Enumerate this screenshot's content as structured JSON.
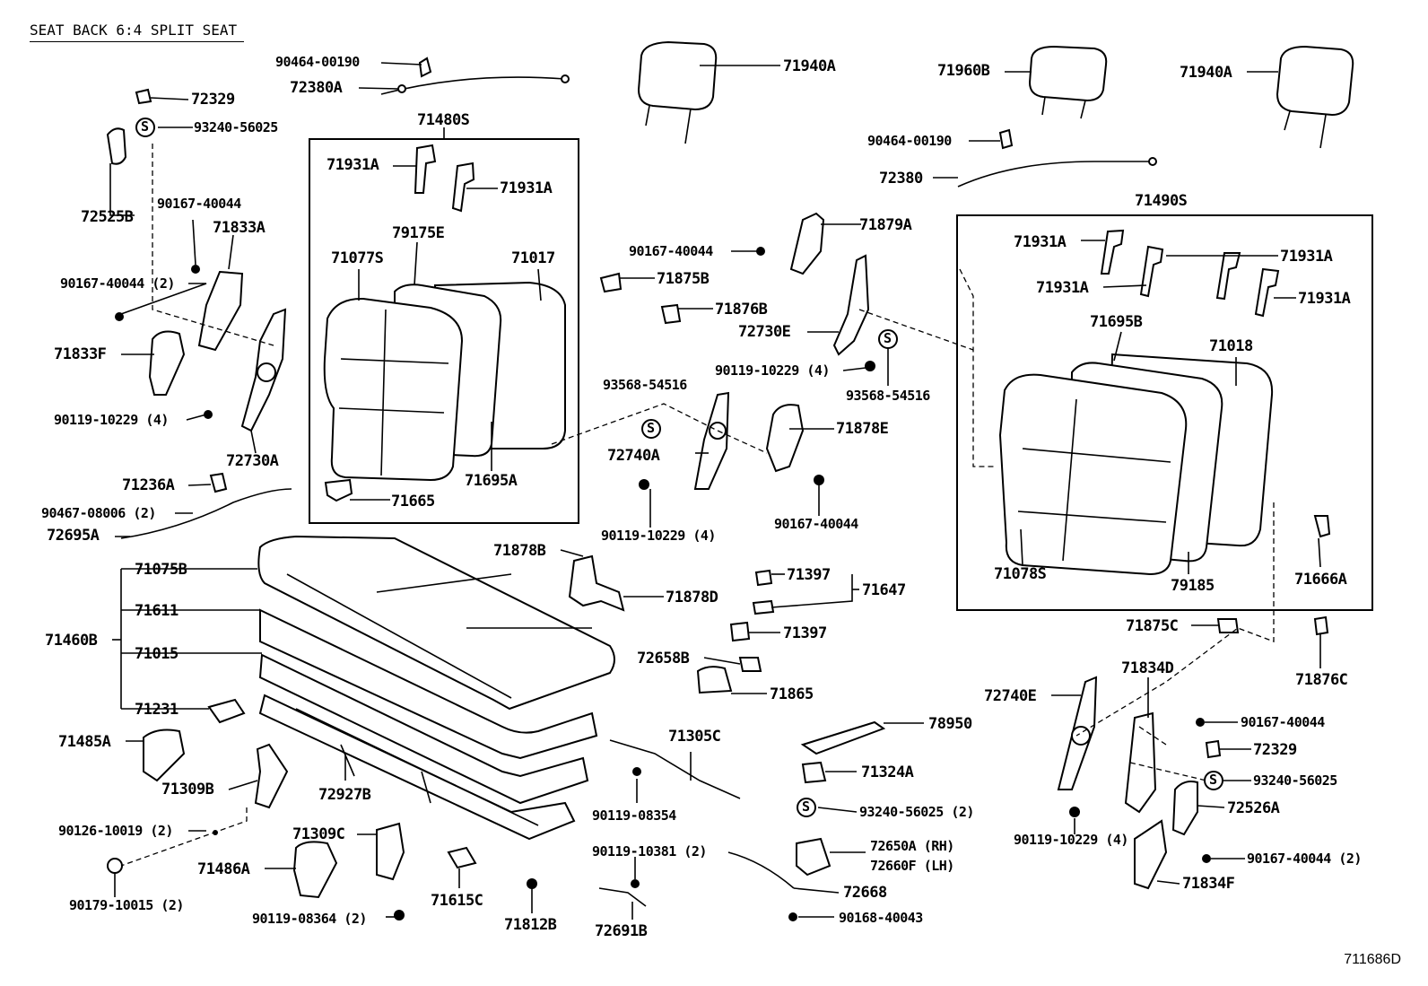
{
  "title": "SEAT BACK 6:4 SPLIT SEAT",
  "diagram_code": "711686D",
  "s_symbol": "S",
  "labels": {
    "l90464_00190_a": "90464-00190",
    "l72380A": "72380A",
    "l72329_a": "72329",
    "l93240_56025_a": "93240-56025",
    "l72525B": "72525B",
    "l90167_40044_a": "90167-40044",
    "l71833A": "71833A",
    "l90167_40044_2a": "90167-40044 (2)",
    "l71833F": "71833F",
    "l90119_10229_4a": "90119-10229 (4)",
    "l72730A": "72730A",
    "l71236A": "71236A",
    "l90467_08006": "90467-08006 (2)",
    "l72695A": "72695A",
    "l71480S": "71480S",
    "l71931A_1": "71931A",
    "l71931A_2": "71931A",
    "l79175E": "79175E",
    "l71077S": "71077S",
    "l71017": "71017",
    "l71695A": "71695A",
    "l71665": "71665",
    "l71940A_1": "71940A",
    "l71960B": "71960B",
    "l71940A_2": "71940A",
    "l90464_00190_b": "90464-00190",
    "l72380": "72380",
    "l71879A": "71879A",
    "l90167_40044_b": "90167-40044",
    "l71875B": "71875B",
    "l71876B": "71876B",
    "l72730E": "72730E",
    "l90119_10229_4b": "90119-10229 (4)",
    "l93568_54516_a": "93568-54516",
    "l93568_54516_b": "93568-54516",
    "l72740A": "72740A",
    "l71878E": "71878E",
    "l90119_10229_4c": "90119-10229 (4)",
    "l90167_40044_c": "90167-40044",
    "l71490S": "71490S",
    "l71931A_3": "71931A",
    "l71931A_4": "71931A",
    "l71931A_5": "71931A",
    "l71931A_6": "71931A",
    "l71695B": "71695B",
    "l71018": "71018",
    "l71078S": "71078S",
    "l79185": "79185",
    "l71666A": "71666A",
    "l71075B": "71075B",
    "l71611": "71611",
    "l71460B": "71460B",
    "l71015": "71015",
    "l71231": "71231",
    "l71485A": "71485A",
    "l71309B": "71309B",
    "l90126_10019": "90126-10019 (2)",
    "l90179_10015": "90179-10015 (2)",
    "l71309C": "71309C",
    "l71486A": "71486A",
    "l90119_08364": "90119-08364 (2)",
    "l71615C": "71615C",
    "l71812B": "71812B",
    "l72927B": "72927B",
    "l71878B": "71878B",
    "l71878D": "71878D",
    "l71397_1": "71397",
    "l71647": "71647",
    "l71397_2": "71397",
    "l72658B": "72658B",
    "l71865": "71865",
    "l71305C": "71305C",
    "l90119_08354": "90119-08354",
    "l90119_10381": "90119-10381 (2)",
    "l72691B": "72691B",
    "l78950": "78950",
    "l71324A": "71324A",
    "l93240_56025_2": "93240-56025 (2)",
    "l72650A": "72650A (RH)",
    "l72660F": "72660F (LH)",
    "l72668": "72668",
    "l90168_40043": "90168-40043",
    "l71875C": "71875C",
    "l71876C": "71876C",
    "l72740E": "72740E",
    "l71834D": "71834D",
    "l90167_40044_d": "90167-40044",
    "l72329_b": "72329",
    "l93240_56025_b": "93240-56025",
    "l72526A": "72526A",
    "l90119_10229_4d": "90119-10229 (4)",
    "l90167_40044_2b": "90167-40044 (2)",
    "l71834F": "71834F"
  }
}
